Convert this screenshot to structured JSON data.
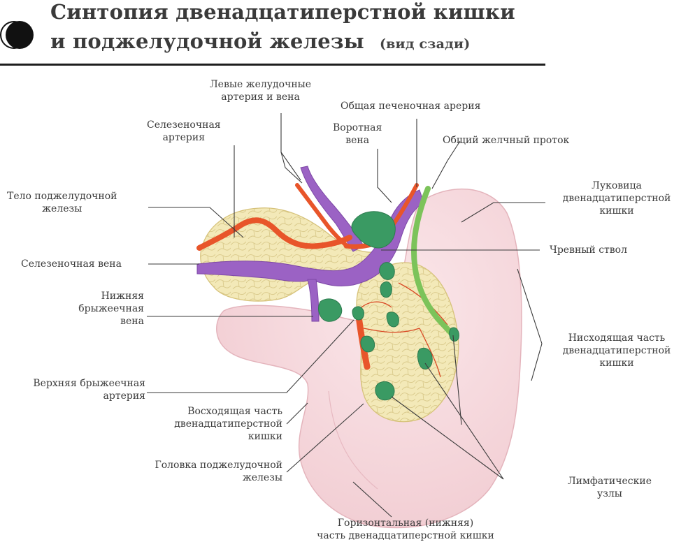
{
  "header": {
    "title_line1": "Синтопия двенадцатиперстной кишки",
    "title_line2": "и поджелудочной железы",
    "subtitle": "(вид сзади)"
  },
  "labels": {
    "left_gastric": [
      "Левые желудочные",
      "артерия и вена"
    ],
    "splenic_artery": [
      "Селезеночная",
      "артерия"
    ],
    "pancreas_body": [
      "Тело поджелудочной",
      "железы"
    ],
    "splenic_vein": [
      "Селезеночная вена"
    ],
    "inferior_mesenteric_vein": [
      "Нижняя",
      "брыжеечная",
      "вена"
    ],
    "superior_mesenteric_artery": [
      "Верхняя брыжеечная",
      "артерия"
    ],
    "ascending_duodenum": [
      "Восходящая часть",
      "двенадцатиперстной",
      "кишки"
    ],
    "pancreas_head": [
      "Головка поджелудочной",
      "железы"
    ],
    "horizontal_duodenum": [
      "Горизонтальная (нижняя)",
      "часть двенадцатиперстной кишки"
    ],
    "common_hepatic_artery": [
      "Общая печеночная арерия"
    ],
    "portal_vein": [
      "Воротная",
      "вена"
    ],
    "common_bile_duct": [
      "Общий желчный проток"
    ],
    "duodenal_bulb": [
      "Луковица",
      "двенадцатиперстной",
      "кишки"
    ],
    "celiac_trunk": [
      "Чревный ствол"
    ],
    "descending_duodenum": [
      "Нисходящая часть",
      "двенадцатиперстной",
      "кишки"
    ],
    "lymph_nodes": [
      "Лимфатические",
      "узлы"
    ]
  },
  "colors": {
    "duodenum": "#f5d5d9",
    "pancreas": "#f3e9b8",
    "artery": "#e8552a",
    "vein": "#9b62c4",
    "lymph_node": "#3a9a63",
    "bile_duct": "#7cc35a",
    "leader": "#3a3a3a"
  }
}
